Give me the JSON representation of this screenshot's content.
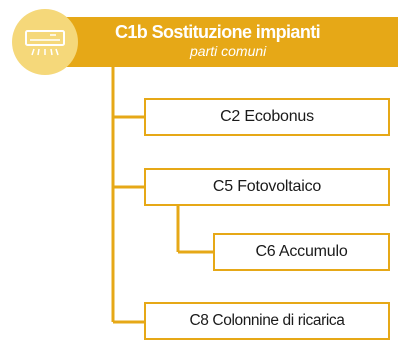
{
  "header": {
    "title": "C1b Sostituzione impianti",
    "subtitle": "parti comuni",
    "icon": "air-conditioner-icon"
  },
  "nodes": {
    "c2": "C2 Ecobonus",
    "c5": "C5 Fotovoltaico",
    "c6": "C6 Accumulo",
    "c8": "C8 Colonnine di ricarica"
  },
  "colors": {
    "accent": "#e6a817",
    "icon_badge": "#f5d87a",
    "header_text": "#ffffff",
    "node_text": "#1a1a1a",
    "node_border": "#e6a817"
  }
}
